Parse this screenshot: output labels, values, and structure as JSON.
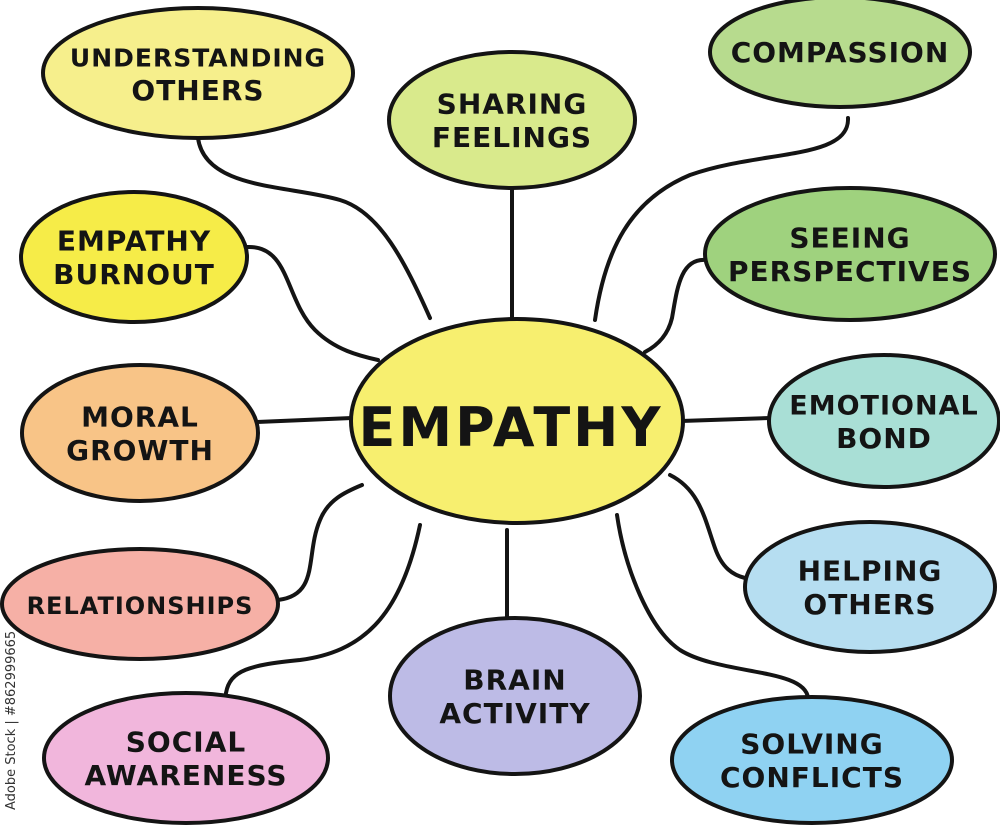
{
  "center": {
    "label": "EMPATHY",
    "color": "#f7ef6f"
  },
  "nodes": [
    {
      "id": "understanding-others",
      "lines": [
        "UNDERSTANDING",
        "OTHERS"
      ],
      "color": "#f6ef8c"
    },
    {
      "id": "sharing-feelings",
      "lines": [
        "SHARING",
        "FEELINGS"
      ],
      "color": "#d9ea8c"
    },
    {
      "id": "compassion",
      "lines": [
        "COMPASSION"
      ],
      "color": "#b7db8e"
    },
    {
      "id": "empathy-burnout",
      "lines": [
        "EMPATHY",
        "BURNOUT"
      ],
      "color": "#f6ec48"
    },
    {
      "id": "seeing-perspectives",
      "lines": [
        "SEEING",
        "PERSPECTIVES"
      ],
      "color": "#9fd27e"
    },
    {
      "id": "moral-growth",
      "lines": [
        "MORAL",
        "GROWTH"
      ],
      "color": "#f8c487"
    },
    {
      "id": "emotional-bond",
      "lines": [
        "EMOTIONAL",
        "BOND"
      ],
      "color": "#a9dfd6"
    },
    {
      "id": "relationships",
      "lines": [
        "RELATIONSHIPS"
      ],
      "color": "#f6b0a6"
    },
    {
      "id": "helping-others",
      "lines": [
        "HELPING",
        "OTHERS"
      ],
      "color": "#b6def1"
    },
    {
      "id": "brain-activity",
      "lines": [
        "BRAIN",
        "ACTIVITY"
      ],
      "color": "#bdbbe6"
    },
    {
      "id": "social-awareness",
      "lines": [
        "SOCIAL",
        "AWARENESS"
      ],
      "color": "#f1b6dc"
    },
    {
      "id": "solving-conflicts",
      "lines": [
        "SOLVING",
        "CONFLICTS"
      ],
      "color": "#8fd2f2"
    }
  ],
  "watermark": "Adobe Stock | #862999665"
}
